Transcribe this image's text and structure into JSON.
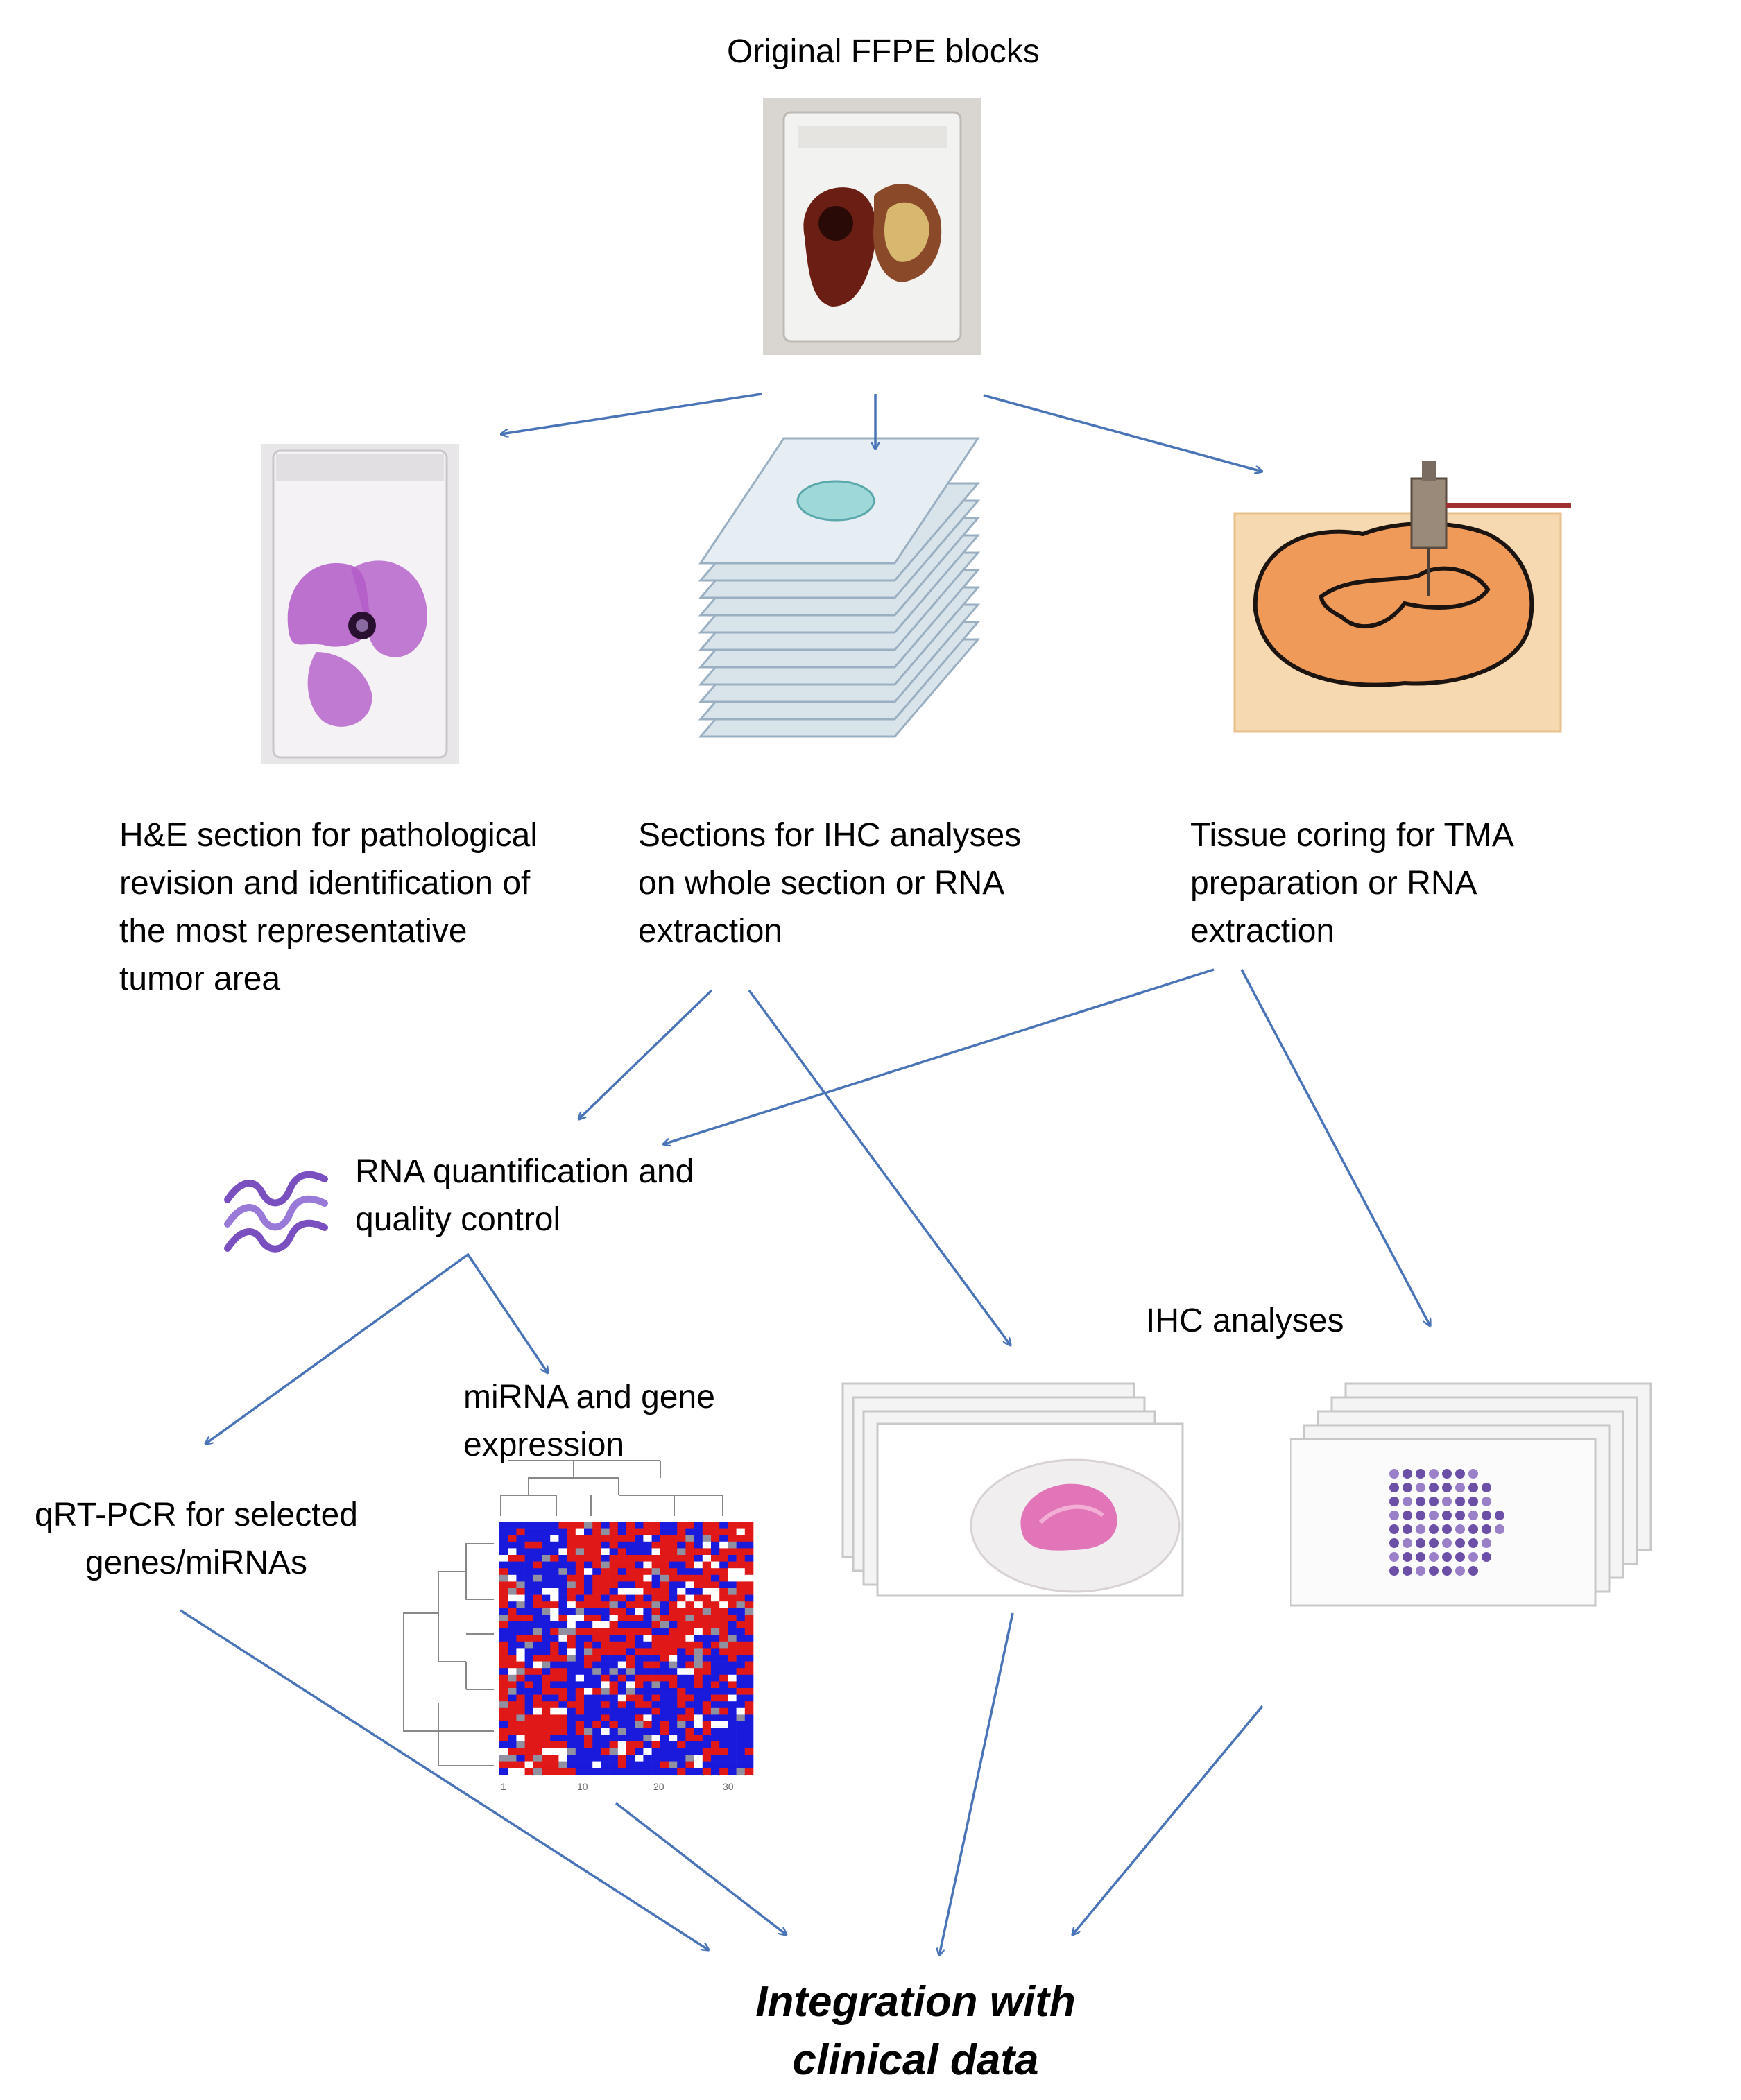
{
  "nodes": {
    "ffpe_blocks": {
      "label": "Original FFPE blocks"
    },
    "he_section": {
      "label": "H&E section for pathological\nrevision and identification of\nthe most  representative\ntumor area"
    },
    "ihc_sections": {
      "label": "Sections for IHC analyses\non whole  section  or RNA\nextraction"
    },
    "tissue_coring": {
      "label": "Tissue coring for TMA\npreparation or RNA\nextraction"
    },
    "rna_qc": {
      "label": "RNA quantification and\nquality control"
    },
    "qrt_pcr": {
      "label": "qRT-PCR for selected\ngenes/miRNAs"
    },
    "mirna_expression": {
      "label": "miRNA and gene\nexpression"
    },
    "ihc_analyses": {
      "label": "IHC analyses"
    },
    "integration": {
      "label": "Integration with\nclinical data"
    }
  },
  "heatmap_axis": {
    "ticks": [
      "1",
      "10",
      "20",
      "30"
    ]
  },
  "edges": [
    {
      "from": "ffpe_blocks",
      "to": "he_section"
    },
    {
      "from": "ffpe_blocks",
      "to": "ihc_sections"
    },
    {
      "from": "ffpe_blocks",
      "to": "tissue_coring"
    },
    {
      "from": "ihc_sections",
      "to": "rna_qc"
    },
    {
      "from": "ihc_sections",
      "to": "ihc_analyses"
    },
    {
      "from": "tissue_coring",
      "to": "rna_qc"
    },
    {
      "from": "tissue_coring",
      "to": "ihc_analyses"
    },
    {
      "from": "rna_qc",
      "to": "qrt_pcr"
    },
    {
      "from": "rna_qc",
      "to": "mirna_expression"
    },
    {
      "from": "qrt_pcr",
      "to": "integration"
    },
    {
      "from": "mirna_expression",
      "to": "integration"
    },
    {
      "from": "ihc_analyses",
      "to": "integration"
    }
  ],
  "colors": {
    "arrow": "#4a74b8",
    "he_stain": "#b35bc8",
    "rna": "#7a4fc0",
    "heat_blue": "#1a1adc",
    "heat_red": "#e01818"
  }
}
